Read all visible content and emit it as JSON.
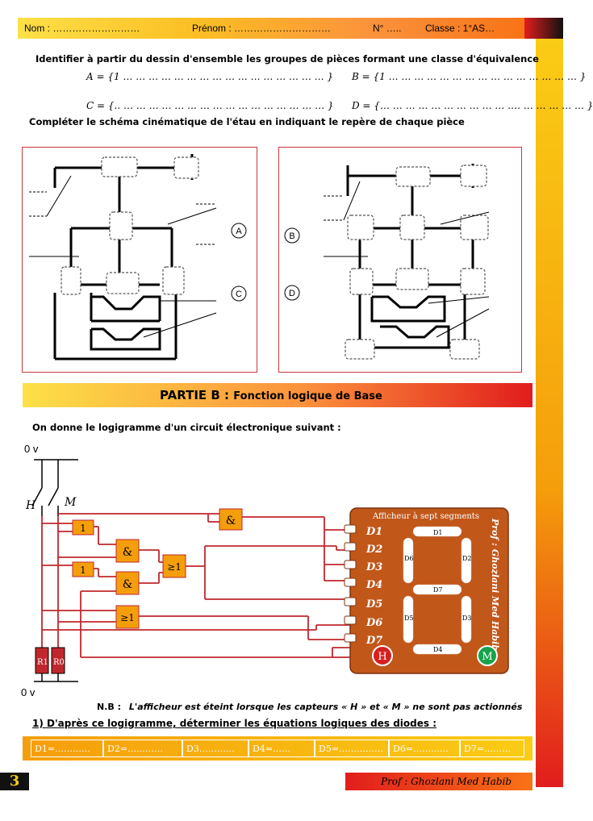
{
  "header": {
    "nom": "Nom : ………………………",
    "prenom": "Prénom : …………………………",
    "numero": "N° …..",
    "classe": "Classe : 1°AS…"
  },
  "partA": {
    "instruction1": "Identifier à partir du dessin d'ensemble les groupes de pièces formant une classe d'équivalence",
    "eqA": "A = {1 … … … … … … … … … … … … … … … … }",
    "eqB": "B = {1 … … … … … … … … … … … … … … … }",
    "eqC": "C = {.. … … … … … … … … … … … … … … … … }",
    "eqD": "D = {… … … … … … … … … … …. … … … … … }",
    "instruction2": "Compléter le schéma cinématique de l'étau en indiquant le repère de chaque pièce",
    "views": [
      "A",
      "B",
      "C",
      "D"
    ]
  },
  "partB": {
    "title_bold": "PARTIE B :",
    "title_rest": "Fonction  logique  de  Base",
    "intro": "On donne le logigramme d'un circuit électronique suivant :",
    "top_label": "0 v",
    "bottom_label": "0 v",
    "switch_h": "H",
    "switch_m": "M",
    "gates": [
      "1",
      "&",
      "1",
      "&",
      "≥1",
      "&",
      "≥1"
    ],
    "resistors": [
      "R1",
      "R0"
    ],
    "display_title": "Afficheur à sept segments",
    "diodes": [
      "D1",
      "D2",
      "D3",
      "D4",
      "D5",
      "D6",
      "D7"
    ],
    "segments": [
      "D1",
      "D2",
      "D6",
      "D7",
      "D3",
      "D5",
      "D4"
    ],
    "vertical_label": "Prof : Ghozlani Med Habib",
    "indicator_h": "H",
    "indicator_m": "M",
    "nb_label": "N.B :",
    "nb_text": "L'afficheur est éteint lorsque les capteurs « H » et « M » ne sont pas actionnés",
    "question": "1)  D'après ce logigramme, déterminer les équations logiques des diodes :",
    "answers": [
      "D1=…………",
      "D2=…………",
      "D3…………",
      "D4=……",
      "D5=……………",
      "D6=…………",
      "D7=………"
    ]
  },
  "footer": {
    "page": "3",
    "author": "Prof : Ghozlani Med Habib"
  },
  "colors": {
    "wire": "#c0272d",
    "gate_fill": "#f59e0b",
    "display_bg": "#c2571a",
    "indicator_h": "#d61f1f",
    "indicator_m": "#16a34a"
  }
}
